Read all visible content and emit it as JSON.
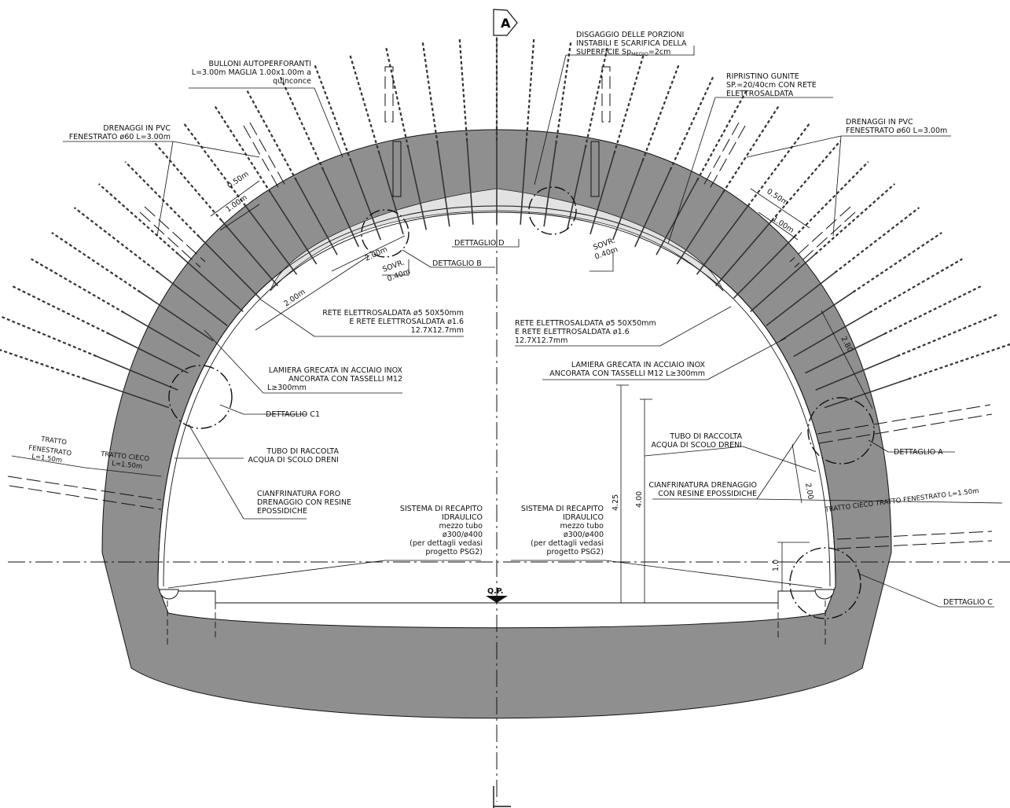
{
  "section": {
    "marker": "A"
  },
  "colors": {
    "concrete": "#8f8f8f",
    "gunite": "#e2e2e2",
    "line": "#111111"
  },
  "labels": {
    "disgaggio_1": "DISGAGGIO DELLE PORZIONI",
    "disgaggio_2": "INSTABILI E SCARIFICA DELLA",
    "disgaggio_3": "SUPERFICIE Sp",
    "disgaggio_sub": "MEDIO",
    "disgaggio_4": "=2cm",
    "bulloni_1": "BULLONI AUTOPERFORANTI",
    "bulloni_2": "L=3.00m MAGLIA 1.00x1.00m a",
    "bulloni_3": "quinconce",
    "ripristino_1": "RIPRISTINO GUNITE",
    "ripristino_2": "SP.=20/40cm CON RETE",
    "ripristino_3": "ELETTROSALDATA",
    "drenaggi_l_1": "DRENAGGI IN PVC",
    "drenaggi_l_2": "FENESTRATO ø60 L=3.00m",
    "drenaggi_r_1": "DRENAGGI IN PVC",
    "drenaggi_r_2": "FENESTRATO ø60 L=3.00m",
    "dettaglio_d": "DETTAGLIO D",
    "dettaglio_b": "DETTAGLIO B",
    "dettaglio_c1": "DETTAGLIO C1",
    "dettaglio_a": "DETTAGLIO A",
    "dettaglio_c": "DETTAGLIO C",
    "rete_l_1": "RETE ELETTROSALDATA ø5 50X50mm",
    "rete_l_2": "E RETE ELETTROSALDATA ø1.6",
    "rete_l_3": "12.7X12.7mm",
    "rete_r_1": "RETE ELETTROSALDATA ø5 50X50mm",
    "rete_r_2": "E RETE ELETTROSALDATA ø1.6",
    "rete_r_3": "12.7X12.7mm",
    "lamiera_l_1": "LAMIERA GRECATA IN ACCIAIO INOX",
    "lamiera_l_2": "ANCORATA CON TASSELLI M12",
    "lamiera_l_3": "L≥300mm",
    "lamiera_r_1": "LAMIERA GRECATA IN ACCIAIO INOX",
    "lamiera_r_2": "ANCORATA CON TASSELLI M12 L≥300mm",
    "tratto_fen_l_1": "TRATTO",
    "tratto_fen_l_2": "FENESTRATO",
    "tratto_fen_l_3": "L=1.50m",
    "tratto_cieco_l_1": "TRATTO CIECO",
    "tratto_cieco_l_2": "L=1.50m",
    "tubo_l_1": "TUBO DI RACCOLTA",
    "tubo_l_2": "ACQUA DI SCOLO DRENI",
    "tubo_r_1": "TUBO DI RACCOLTA",
    "tubo_r_2": "ACQUA DI SCOLO DRENI",
    "cianfr_l_1": "CIANFRINATURA FORO",
    "cianfr_l_2": "DRENAGGIO CON RESINE",
    "cianfr_l_3": "EPOSSIDICHE",
    "cianfr_r_1": "CIANFRINATURA DRENAGGIO",
    "cianfr_r_2": "CON RESINE EPOSSIDICHE",
    "tratto_r": "TRATTO CIECO  TRATTO FENESTRATO L=1.50m",
    "sist_l_1": "SISTEMA DI RECAPITO",
    "sist_l_2": "IDRAULICO",
    "sist_l_3": "mezzo tubo",
    "sist_l_4": "ø300/ø400",
    "sist_l_5": "(per dettagli vedasi",
    "sist_l_6": "progetto PSG2)",
    "sist_r_1": "SISTEMA DI RECAPITO",
    "sist_r_2": "IDRAULICO",
    "sist_r_3": "mezzo tubo",
    "sist_r_4": "ø300/ø400",
    "sist_r_5": "(per dettagli vedasi",
    "sist_r_6": "progetto PSG2)",
    "qp": "Q.P."
  },
  "dimensions": {
    "d_050_l": "0.50m",
    "d_100_l": "1.00m",
    "d_200_a": "2.00m",
    "d_200_b": "2.00m",
    "sovr_l_1": "SOVR.",
    "sovr_l_2": "0.40m",
    "sovr_r_1": "SOVR.",
    "sovr_r_2": "0.40m",
    "d_050_r": "0.50m",
    "d_100_r": "1.00m",
    "d_280": "2.80",
    "d_200_r": "2.00",
    "d_425": "4.25",
    "d_400": "4.00",
    "d_10": "1.0"
  }
}
